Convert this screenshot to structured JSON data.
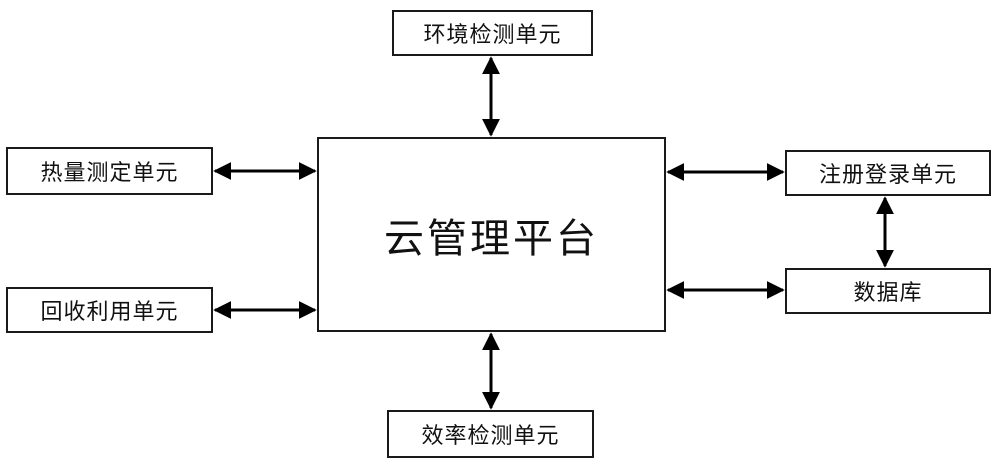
{
  "diagram": {
    "center": {
      "label": "云管理平台"
    },
    "units": {
      "environment": "环境检测单元",
      "heat": "热量测定单元",
      "recycle": "回收利用单元",
      "register": "注册登录单元",
      "database": "数据库",
      "efficiency": "效率检测单元"
    },
    "connections": [
      {
        "from": "environment",
        "to": "center",
        "type": "bidirectional"
      },
      {
        "from": "heat",
        "to": "center",
        "type": "bidirectional"
      },
      {
        "from": "recycle",
        "to": "center",
        "type": "bidirectional"
      },
      {
        "from": "register",
        "to": "center",
        "type": "bidirectional"
      },
      {
        "from": "database",
        "to": "center",
        "type": "bidirectional"
      },
      {
        "from": "register",
        "to": "database",
        "type": "bidirectional"
      },
      {
        "from": "efficiency",
        "to": "center",
        "type": "bidirectional"
      }
    ],
    "colors": {
      "line": "#000000",
      "box_border": "#1a1a1a",
      "text": "#111111"
    }
  }
}
